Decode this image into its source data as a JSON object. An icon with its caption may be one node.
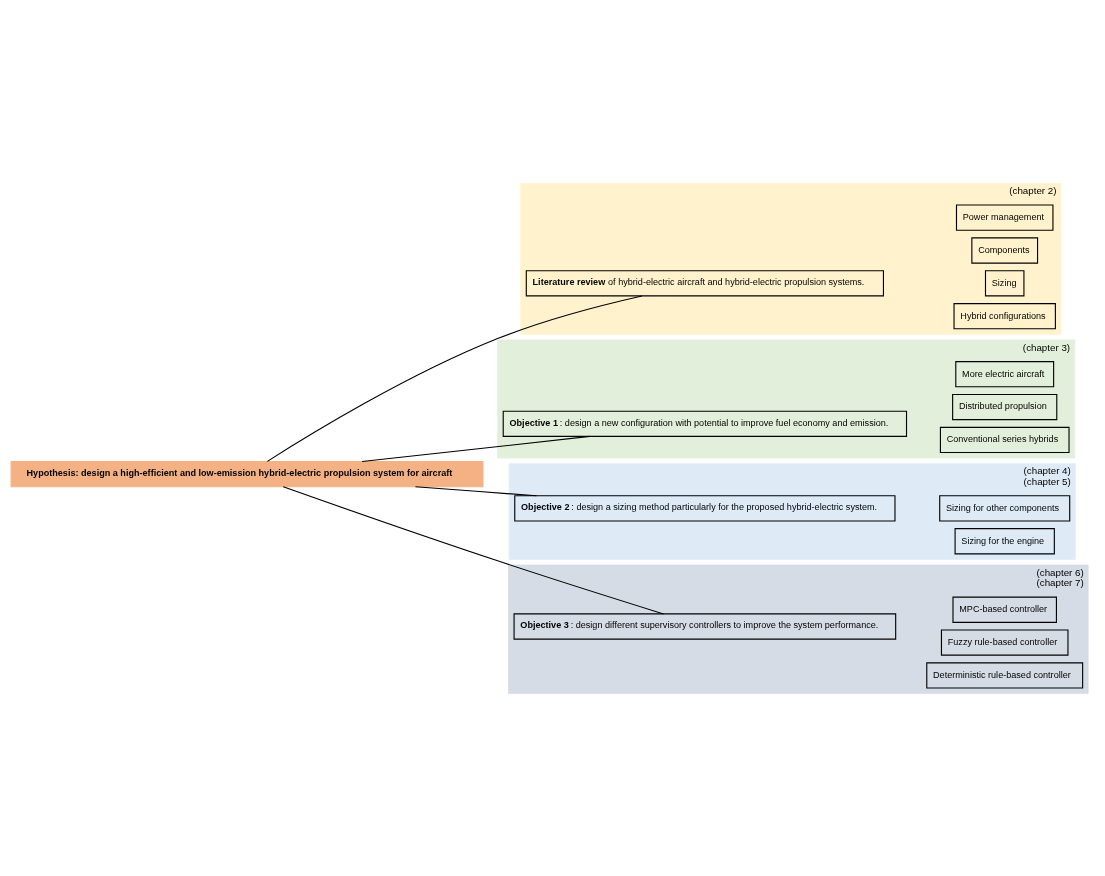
{
  "diagram": {
    "nodes": [
      {
        "text": [
          "Hypothesis: design a high-efficient and low-emission hybrid-electric propulsion system for aircraft"
        ]
      },
      {
        "text": [
          "(chapter 2)"
        ]
      },
      {
        "text": [
          "**Literature review** of hybrid-electric aircraft and hybrid-electric propulsion systems."
        ],
        "in": 1
      },
      {
        "text": [
          "Hybrid configurations"
        ],
        "in": 1
      },
      {
        "text": [
          "Sizing"
        ],
        "in": 1
      },
      {
        "text": [
          "Components"
        ],
        "in": 1
      },
      {
        "text": [
          "Power management"
        ],
        "in": 1
      },
      {
        "text": [
          "(chapter 3)"
        ]
      },
      {
        "text": [
          "**Objective 1**: design a new configuration with potential to improve fuel economy and emission."
        ],
        "in": 7
      },
      {
        "text": [
          "Conventional series hybrids"
        ],
        "in": 7
      },
      {
        "text": [
          "Distributed propulsion"
        ],
        "in": 7
      },
      {
        "text": [
          "More electric aircraft"
        ],
        "in": 7
      },
      {
        "text": [
          "(chapter 4)",
          "(chapter 5)"
        ]
      },
      {
        "text": [
          "**Objective 2**: design a sizing method particularly for the proposed hybrid-electric system."
        ],
        "in": 12
      },
      {
        "text": [
          "Sizing for the engine"
        ],
        "in": 12
      },
      {
        "text": [
          "Sizing for other components"
        ],
        "in": 12
      },
      {
        "text": [
          "(chapter 6)",
          "(chapter 7)"
        ]
      },
      {
        "text": [
          "**Objective 3**: design different supervisory controllers to improve the system performance."
        ],
        "in": 16
      },
      {
        "text": [
          "Deterministic rule-based controller"
        ],
        "in": 16
      },
      {
        "text": [
          "Fuzzy rule-based controller"
        ],
        "in": 16
      },
      {
        "text": [
          "MPC-based controller"
        ],
        "in": 16
      }
    ],
    "edges": [
      {
        "from": 0,
        "to": 2,
        "arrow": "none"
      },
      {
        "from": 0,
        "to": 8,
        "arrow": "none"
      },
      {
        "from": 0,
        "to": 13,
        "arrow": "none"
      },
      {
        "from": 0,
        "to": 17,
        "arrow": "none"
      }
    ]
  }
}
